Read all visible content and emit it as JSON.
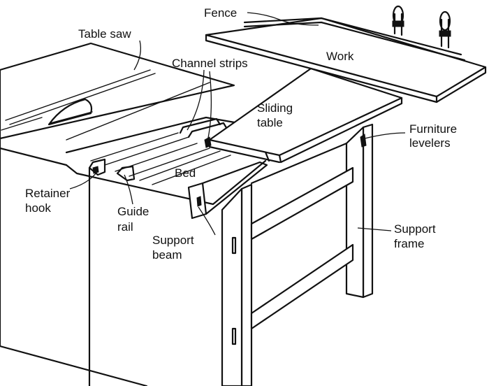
{
  "labels": {
    "fence": "Fence",
    "table_saw": "Table saw",
    "work": "Work",
    "channel_strips": "Channel strips",
    "sliding_table_1": "Sliding",
    "sliding_table_2": "table",
    "furniture_levelers_1": "Furniture",
    "furniture_levelers_2": "levelers",
    "bed": "Bed",
    "retainer_hook_1": "Retainer",
    "retainer_hook_2": "hook",
    "guide_rail_1": "Guide",
    "guide_rail_2": "rail",
    "support_beam_1": "Support",
    "support_beam_2": "beam",
    "support_frame_1": "Support",
    "support_frame_2": "frame"
  }
}
